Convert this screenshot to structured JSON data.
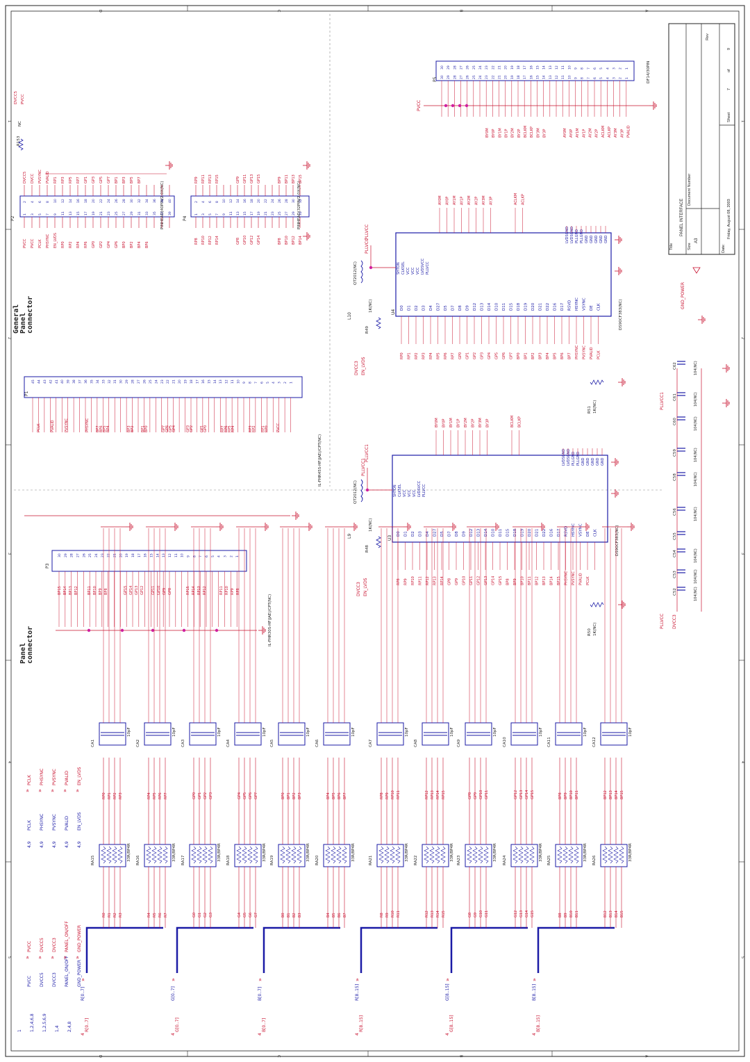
{
  "section_titles": {
    "general_panel": [
      "General",
      "Panel",
      "connector"
    ],
    "panel": [
      "Panel",
      "connector"
    ]
  },
  "title_block": {
    "title_label": "Title",
    "title": "PANEL INTERFACE",
    "size_label": "Size",
    "size": "A3",
    "docnum_label": "Document Number",
    "rev_label": "Rev",
    "date_label": "Date:",
    "date": "Friday, August 08, 2003",
    "sheet_label": "Sheet",
    "sheet": "7",
    "of_label": "of",
    "of": "9"
  },
  "connectors": {
    "p1": {
      "ref": "P1",
      "part": "IL-FHR45S-HF(JAE)/CPT(NC)"
    },
    "p2": {
      "ref": "P2",
      "part": "PINHEAD(40PIN/2.0X(NC)"
    },
    "p3": {
      "ref": "P3",
      "part": "IL-FHR30S-HF(JAE)/CPT(NC)"
    },
    "p4": {
      "ref": "P4",
      "part": "PINHEAD(32PIN/2.0X(NC)"
    },
    "p5": {
      "ref": "P5",
      "part": "DF14/30PIN"
    }
  },
  "chips": {
    "u3": {
      "ref": "U3",
      "part": "DS90CF383(NC)",
      "vcc": "PLLVCC1"
    },
    "u4": {
      "ref": "U4",
      "part": "DS90CF383(NC)",
      "vcc": "PLLVCC"
    }
  },
  "inductors": [
    {
      "ref": "L9",
      "part": "QT2012(NC)",
      "res": "R48",
      "rval": "1K(NC)"
    },
    {
      "ref": "L10",
      "part": "QT2012(NC)",
      "res": "R49",
      "rval": "1K(NC)"
    }
  ],
  "resistors": [
    {
      "ref": "R50",
      "val": "1K(NC)"
    },
    {
      "ref": "R51",
      "val": "1K(NC)"
    },
    {
      "ref": "R153",
      "val": "NC"
    }
  ],
  "caps": [
    {
      "ref": "C52",
      "val": "104(NC)"
    },
    {
      "ref": "C53",
      "val": "104(NC)"
    },
    {
      "ref": "C54",
      "val": "104(NC)"
    },
    {
      "ref": "C55",
      "val": ""
    },
    {
      "ref": "C56",
      "val": "104(NC)"
    },
    {
      "ref": "C58",
      "val": "104(NC)"
    },
    {
      "ref": "C59",
      "val": "104(NC)"
    },
    {
      "ref": "C60",
      "val": "104(NC)"
    },
    {
      "ref": "C61",
      "val": "104(NC)"
    },
    {
      "ref": "C62",
      "val": "104(NC)"
    }
  ],
  "power_nets": [
    "PLLVCC",
    "DVCC3",
    "PLLVCC1",
    "GND_POWER",
    "PVCC",
    "DVCC5"
  ],
  "left_ports": [
    {
      "pin": "1",
      "name": "PVCC"
    },
    {
      "pin": "1,2,4,6,8",
      "name": "DVCC5"
    },
    {
      "pin": "1,2,5,6,9",
      "name": "DVCC3"
    },
    {
      "pin": "1,4",
      "name": "PANEL_ON/OFF"
    },
    {
      "pin": "2,4,8",
      "name": "GND_POWER"
    }
  ],
  "sig_ports": [
    {
      "pin": "4,9",
      "name": "PCLK"
    },
    {
      "pin": "4,9",
      "name": "PHSYNC"
    },
    {
      "pin": "4,9",
      "name": "PVSYNC"
    },
    {
      "pin": "4,9",
      "name": "PVALID"
    },
    {
      "pin": "4,9",
      "name": "EN_LVDS"
    }
  ],
  "buses": [
    {
      "name": "R[0..7]",
      "page": "4"
    },
    {
      "name": "G[0..7]",
      "page": "4"
    },
    {
      "name": "B[0..7]",
      "page": "4"
    },
    {
      "name": "R[8..15]",
      "page": "4"
    },
    {
      "name": "G[8..15]",
      "page": "4"
    },
    {
      "name": "B[8..15]",
      "page": "4"
    }
  ],
  "rpacks": [
    {
      "ref": "RA15",
      "val": "33R/8P4R",
      "in": [
        "R0",
        "R1",
        "R2",
        "R3"
      ],
      "out": [
        "RP0",
        "RP1",
        "RP2",
        "RP3"
      ],
      "cap": "CA1"
    },
    {
      "ref": "RA16",
      "val": "33R/8P4R",
      "in": [
        "R4",
        "R5",
        "R6",
        "R7"
      ],
      "out": [
        "RP4",
        "RP5",
        "RP6",
        "RP7"
      ],
      "cap": "CA2"
    },
    {
      "ref": "RA17",
      "val": "33R/8P4R",
      "in": [
        "G0",
        "G1",
        "G2",
        "G3"
      ],
      "out": [
        "GP0",
        "GP1",
        "GP2",
        "GP3"
      ],
      "cap": "CA3"
    },
    {
      "ref": "RA18",
      "val": "33R/8P4R",
      "in": [
        "G4",
        "G5",
        "G6",
        "G7"
      ],
      "out": [
        "GP4",
        "GP5",
        "GP6",
        "GP7"
      ],
      "cap": "CA4"
    },
    {
      "ref": "RA19",
      "val": "33R/8P4R",
      "in": [
        "B0",
        "B1",
        "B2",
        "B3"
      ],
      "out": [
        "BP0",
        "BP1",
        "BP2",
        "BP3"
      ],
      "cap": "CA5"
    },
    {
      "ref": "RA20",
      "val": "33R/8P4R",
      "in": [
        "B4",
        "B5",
        "B6",
        "B7"
      ],
      "out": [
        "BP4",
        "BP5",
        "BP6",
        "BP7"
      ],
      "cap": "CA6"
    },
    {
      "ref": "RA21",
      "val": "33R/8P4R",
      "in": [
        "R8",
        "R9",
        "R10",
        "R11"
      ],
      "out": [
        "RP8",
        "RP9",
        "RP10",
        "RP11"
      ],
      "cap": "CA7"
    },
    {
      "ref": "RA22",
      "val": "33R/8P4R",
      "in": [
        "R12",
        "R13",
        "R14",
        "R15"
      ],
      "out": [
        "RP12",
        "RP13",
        "RP14",
        "RP15"
      ],
      "cap": "CA8"
    },
    {
      "ref": "RA23",
      "val": "33R/8P4R",
      "in": [
        "G8",
        "G9",
        "G10",
        "G11"
      ],
      "out": [
        "GP8",
        "GP9",
        "GP10",
        "GP11"
      ],
      "cap": "CA9"
    },
    {
      "ref": "RA24",
      "val": "33R/8P4R",
      "in": [
        "G12",
        "G13",
        "G14",
        "G15"
      ],
      "out": [
        "GP12",
        "GP13",
        "GP14",
        "GP15"
      ],
      "cap": "CA10"
    },
    {
      "ref": "RA25",
      "val": "33R/8P4R",
      "in": [
        "B8",
        "B9",
        "B10",
        "B11"
      ],
      "out": [
        "BP8",
        "BP9",
        "BP10",
        "BP11"
      ],
      "cap": "CA11"
    },
    {
      "ref": "RA26",
      "val": "33R/8P4R",
      "in": [
        "B12",
        "B13",
        "B14",
        "B15"
      ],
      "out": [
        "BP12",
        "BP13",
        "BP14",
        "BP15"
      ],
      "cap": "CA12"
    }
  ],
  "cap_value": "10pF",
  "u_signal_labels": [
    "RP0",
    "RP1",
    "RP2",
    "RP3",
    "RP4",
    "RP5",
    "RP6",
    "RP7",
    "GP0",
    "GP1",
    "GP2",
    "GP3",
    "GP4",
    "GP5",
    "GP6",
    "GP7",
    "BP0",
    "BP1",
    "BP2",
    "BP3",
    "BP4",
    "BP5",
    "BP6",
    "BP7",
    "PHSYNC",
    "PVSYNC",
    "PVALID",
    "PCLK"
  ],
  "u3_signal_labels": [
    "RP8",
    "RP9",
    "RP10",
    "RP11",
    "RP12",
    "RP13",
    "RP14",
    "GP8",
    "GP9",
    "GP10",
    "GP11",
    "GP12",
    "GP13",
    "GP14",
    "GP15",
    "BP8",
    "BP9",
    "BP10",
    "BP11",
    "BP12",
    "BP13",
    "BP14",
    "BP15",
    "PHSYNC",
    "PVSYNC",
    "PVALID",
    "PCLK"
  ],
  "lvds_out_u4": [
    "AY0M",
    "AY0P",
    "AY1M",
    "AY1P",
    "AY2M",
    "AY2P",
    "AY3M",
    "AY3P",
    "ACLKM",
    "ACLKP"
  ],
  "lvds_out_u3": [
    "BY0M",
    "BY0P",
    "BY1M",
    "BY1P",
    "BY2M",
    "BY2P",
    "BY3M",
    "BY3P",
    "BCLKM",
    "BCLKP"
  ],
  "chip_inputs": [
    "D0",
    "D1",
    "D2",
    "D3",
    "D4",
    "D27",
    "D5",
    "D7",
    "D8",
    "D9",
    "D12",
    "D13",
    "D14",
    "D10",
    "D11",
    "D15",
    "D18",
    "D19",
    "D20",
    "D21",
    "D22",
    "D16",
    "D17",
    "RSVD",
    "HSYNC",
    "VSYNC",
    "DE",
    "CLK"
  ],
  "chip_right": [
    "SHTDN",
    "CLKSEL",
    "VCC",
    "VCC",
    "VCC",
    "LVDSVCC",
    "PLLVCC"
  ],
  "chip_gnd": [
    "GND",
    "GND",
    "GND",
    "GND",
    "GND",
    "PLLGND",
    "PLLGND",
    "LVDSGND",
    "LVDSGND"
  ],
  "p5_labels": [
    "BY0M",
    "BY0P",
    "BY1M",
    "BY1P",
    "BY2M",
    "BY2P",
    "BCLKM",
    "BCLKP",
    "BY3M",
    "BY3P",
    "AY0M",
    "AY0P",
    "AY1M",
    "AY1P",
    "AY2M",
    "AY2P",
    "ACLKM",
    "ACLKP",
    "AY3M",
    "AY3P",
    "PVALID"
  ],
  "p2_left": [
    "PVCC",
    "PVCC",
    "PCLK",
    "PHSYNC",
    "EN_LVDS",
    "RP0",
    "RP2",
    "RP4",
    "RP6",
    "GP0",
    "GP2",
    "GP4",
    "GP6",
    "BP0",
    "BP2",
    "BP4",
    "BP6"
  ],
  "p2_right": [
    "DVCC5",
    "DVCC",
    "PVSYNC",
    "PVALID",
    "RP1",
    "RP3",
    "RP5",
    "RP7",
    "GP1",
    "GP3",
    "GP5",
    "GP7",
    "BP1",
    "BP3",
    "BP5",
    "BP7"
  ],
  "p4_left": [
    "RP8",
    "RP10",
    "RP12",
    "RP14",
    "GP8",
    "GP10",
    "GP12",
    "GP14",
    "BP8",
    "BP10",
    "BP12",
    "BP14"
  ],
  "p4_right": [
    "RP9",
    "RP11",
    "RP13",
    "RP15",
    "GP9",
    "GP11",
    "GP13",
    "GP15",
    "BP9",
    "BP11",
    "BP13",
    "BP15"
  ],
  "p1_labels": [
    "PCLK",
    "PVALID",
    "PVSYNC",
    "PHSYNC",
    "BP7",
    "BP6",
    "BP5",
    "BP4",
    "BP3",
    "BP2",
    "BP1",
    "BP0",
    "GP7",
    "GP6",
    "GP5",
    "GP4",
    "GP3",
    "GP2",
    "GP1",
    "GP0",
    "RP7",
    "RP6",
    "RP5",
    "RP4",
    "RP3",
    "RP2",
    "RP1",
    "RP0",
    "PVCC"
  ],
  "p3_labels": [
    "BP15",
    "BP14",
    "BP13",
    "BP12",
    "BP11",
    "BP10",
    "BP9",
    "BP8",
    "GP15",
    "GP14",
    "GP13",
    "GP12",
    "GP11",
    "GP10",
    "GP9",
    "GP8",
    "RP15",
    "RP14",
    "RP13",
    "RP12",
    "RP11",
    "RP10",
    "RP9",
    "RP8"
  ],
  "border": {
    "letters": [
      "D",
      "C",
      "B",
      "A"
    ],
    "numbers": [
      "1",
      "2",
      "3",
      "4",
      "5"
    ]
  }
}
